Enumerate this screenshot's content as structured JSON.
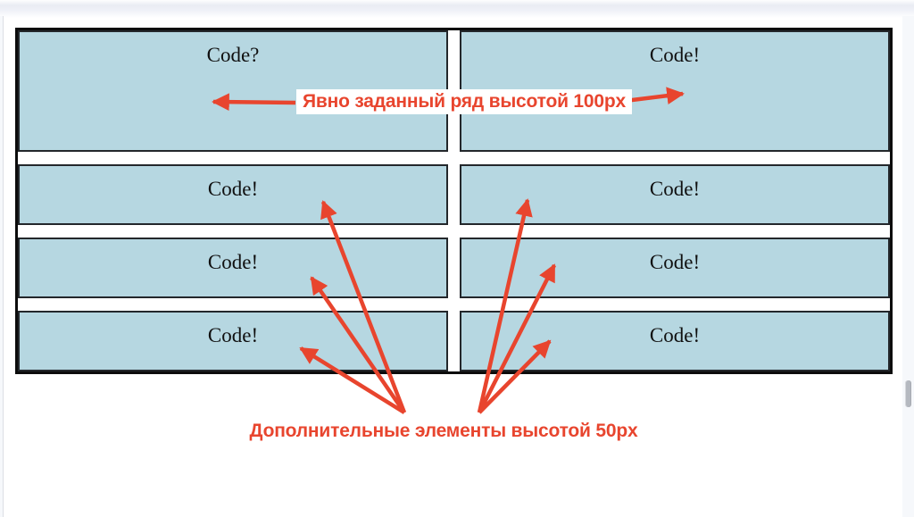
{
  "colors": {
    "accent_red": "#e8452e",
    "cell_blue": "#b6d7e1",
    "cell_border": "#23272b",
    "container_border": "#0c0c0c",
    "top_band": "#e9ecf3",
    "side_strip": "#f6f8fb",
    "scrollbar_thumb": "#b5b9c0"
  },
  "grid_example": {
    "cells": [
      {
        "label": "Code?"
      },
      {
        "label": "Code!"
      },
      {
        "label": "Code!"
      },
      {
        "label": "Code!"
      },
      {
        "label": "Code!"
      },
      {
        "label": "Code!"
      },
      {
        "label": "Code!"
      },
      {
        "label": "Code!"
      }
    ]
  },
  "annotations": {
    "explicit_row": "Явно заданный ряд высотой 100px",
    "extra_elements": "Дополнительные элементы высотой 50px"
  }
}
